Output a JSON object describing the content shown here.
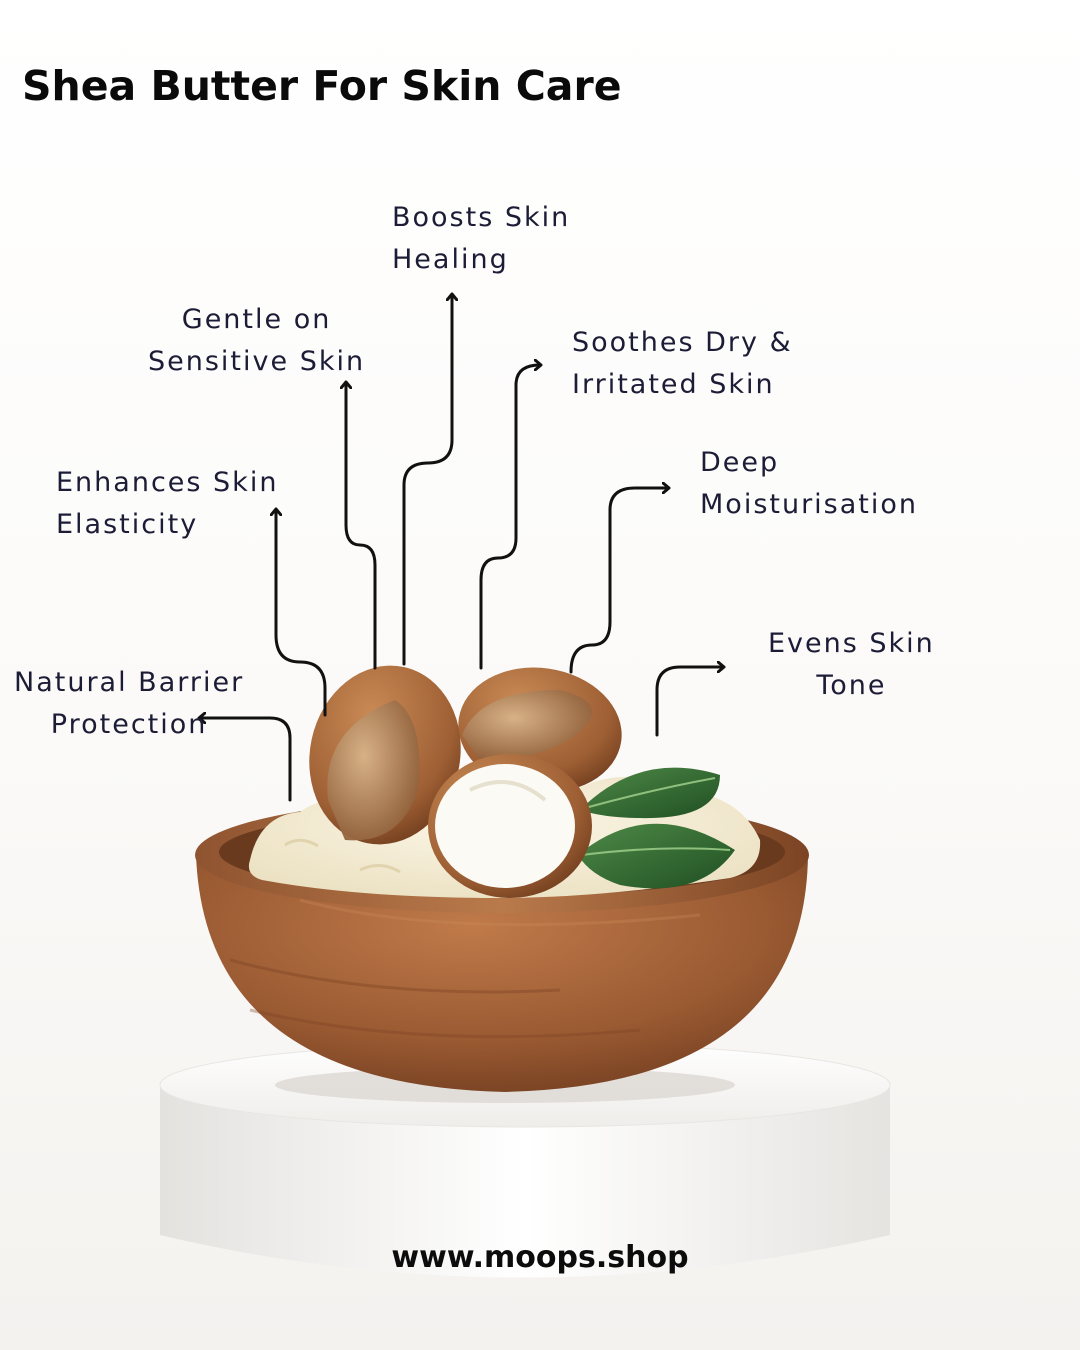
{
  "title": "Shea Butter For Skin Care",
  "benefits": [
    {
      "line1": "Boosts Skin",
      "line2": "Healing"
    },
    {
      "line1": "Gentle on",
      "line2": "Sensitive Skin"
    },
    {
      "line1": "Soothes Dry &",
      "line2": "Irritated Skin"
    },
    {
      "line1": "Enhances Skin",
      "line2": "Elasticity"
    },
    {
      "line1": "Deep",
      "line2": "Moisturisation"
    },
    {
      "line1": "Evens Skin",
      "line2": "Tone"
    },
    {
      "line1": "Natural Barrier",
      "line2": "Protection"
    }
  ],
  "website": "www.moops.shop",
  "colors": {
    "text": "#1c1c36",
    "arrow": "#111111",
    "bowl": "#a0613a",
    "nut": "#a86a3e",
    "leaf": "#2f6b33",
    "butter": "#f3ecd6"
  },
  "icons": [
    "arrow-icon",
    "shea-nut-icon",
    "leaf-icon",
    "bowl-icon",
    "pedestal-icon"
  ]
}
